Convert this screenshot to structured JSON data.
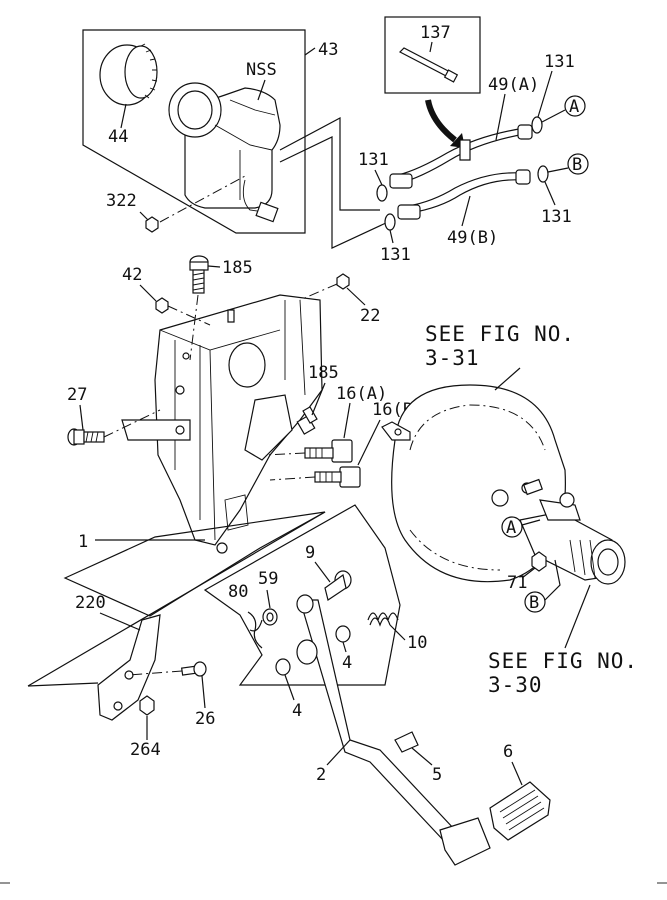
{
  "labels": {
    "l137": "137",
    "l131a": "131",
    "l131b": "131",
    "l131c": "131",
    "l131d": "131",
    "l49a": "49(A)",
    "l49b": "49(B)",
    "lA1": "A",
    "lB1": "B",
    "lA2": "A",
    "lB2": "B",
    "l43": "43",
    "lNSS": "NSS",
    "l44": "44",
    "l322": "322",
    "l42": "42",
    "l185a": "185",
    "l185b": "185",
    "l22": "22",
    "l27": "27",
    "l16a": "16(A)",
    "l16b": "16(B)",
    "l1": "1",
    "l220": "220",
    "l264": "264",
    "l26": "26",
    "l80": "80",
    "l59": "59",
    "l9": "9",
    "l10": "10",
    "l4a": "4",
    "l4b": "4",
    "l2": "2",
    "l5": "5",
    "l6": "6",
    "l71": "71"
  },
  "references": {
    "fig331_line1": "SEE FIG NO.",
    "fig331_line2": "3-31",
    "fig330_line1": "SEE FIG NO.",
    "fig330_line2": "3-30"
  }
}
